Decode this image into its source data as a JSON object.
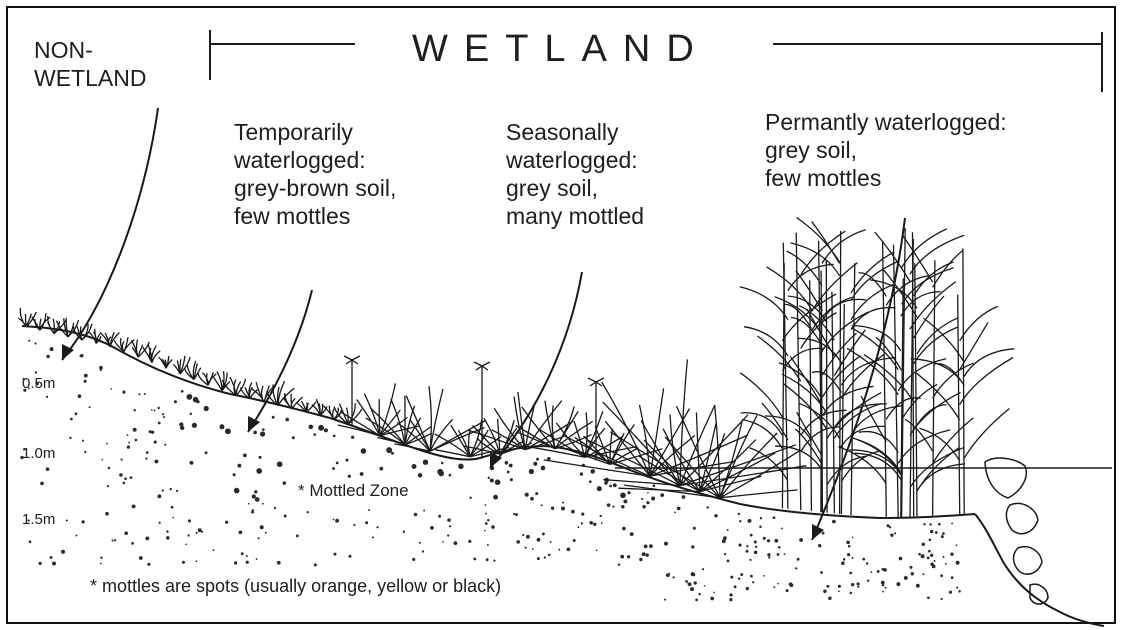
{
  "header": {
    "non_wetland": "NON-\nWETLAND",
    "wetland": "WETLAND"
  },
  "zones": {
    "temporary": "Temporarily\nwaterlogged:\ngrey-brown soil,\nfew mottles",
    "seasonal": "Seasonally\nwaterlogged:\ngrey soil,\nmany mottled",
    "permanent": "Permantly waterlogged:\ngrey soil,\nfew mottles"
  },
  "depths": [
    "0.5m",
    "1.0m",
    "1.5m"
  ],
  "mottled_zone_label": "* Mottled Zone",
  "footnote": "* mottles are spots (usually orange, yellow or black)"
}
